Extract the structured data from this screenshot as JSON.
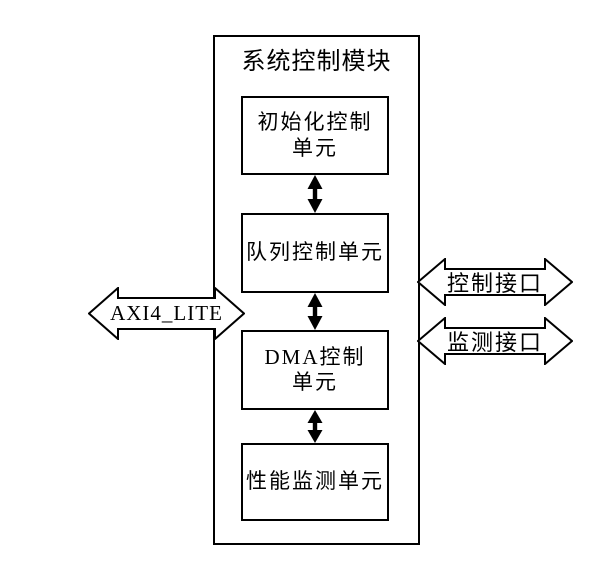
{
  "module": {
    "title": "系统控制模块",
    "units": [
      {
        "lines": [
          "初始化控制",
          "单元"
        ]
      },
      {
        "lines": [
          "队列控制单元"
        ]
      },
      {
        "lines": [
          "DMA控制",
          "单元"
        ]
      },
      {
        "lines": [
          "性能监测单元"
        ]
      }
    ]
  },
  "interfaces": {
    "left_bus_label": "AXI4_LITE",
    "right": [
      {
        "label": "控制接口"
      },
      {
        "label": "监测接口"
      }
    ]
  },
  "colors": {
    "line": "#000000",
    "fill": "#ffffff",
    "background": "#ffffff"
  }
}
